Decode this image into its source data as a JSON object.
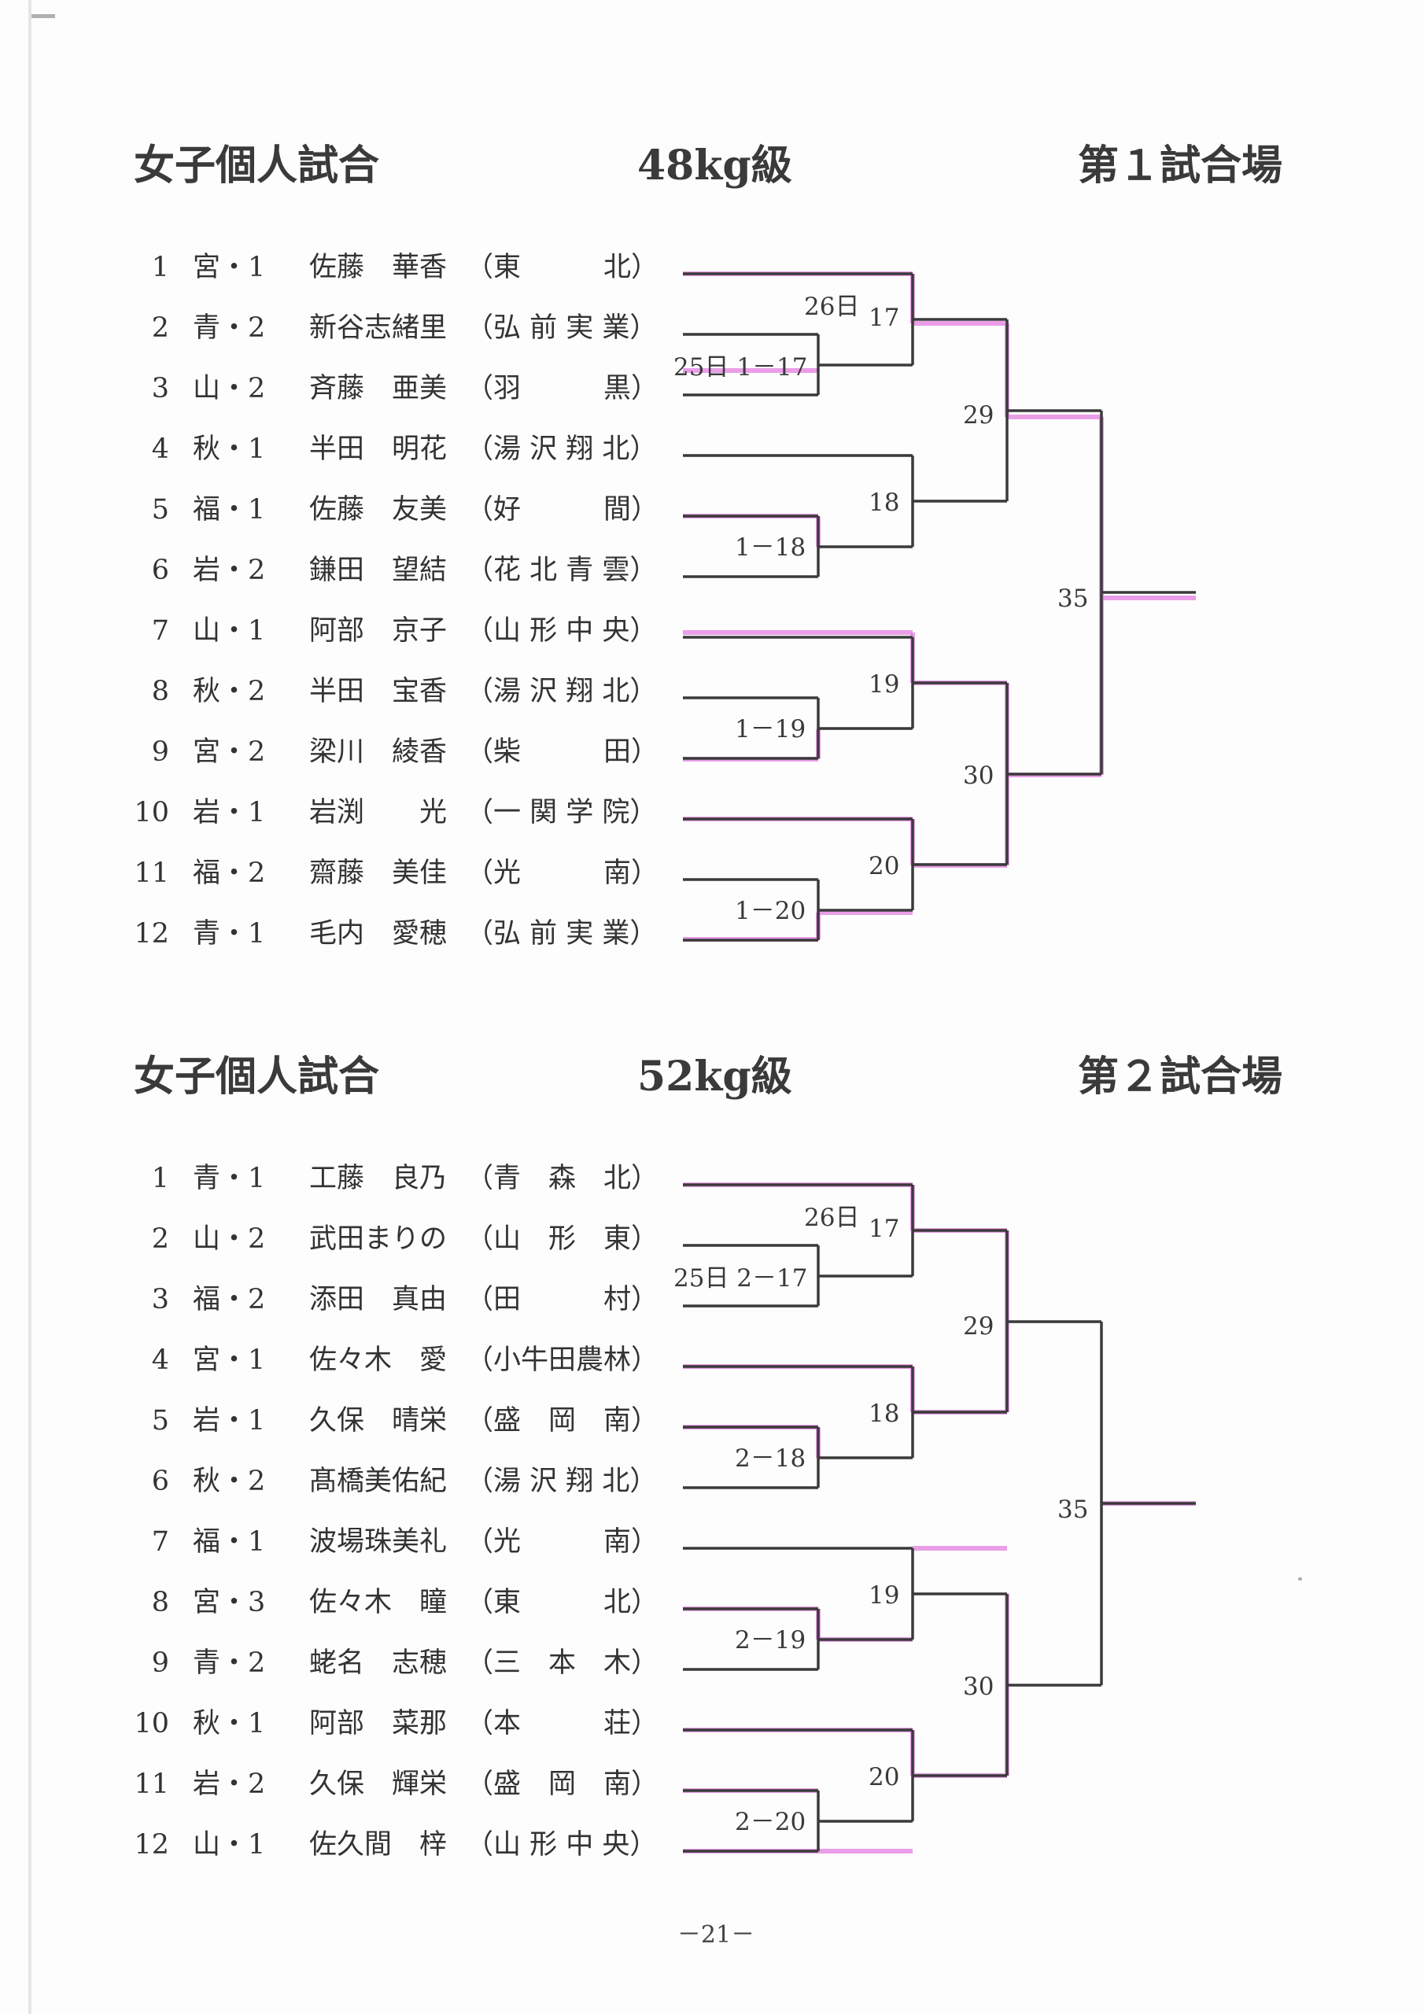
{
  "sections": [
    {
      "title_left": "女子個人試合",
      "title_mid": "48kg級",
      "title_right": "第１試合場",
      "entries": [
        {
          "num": "1",
          "pref": "宮・1",
          "name": "佐藤　華香",
          "school": "（東　　　北）"
        },
        {
          "num": "2",
          "pref": "青・2",
          "name": "新谷志緒里",
          "school": "（弘 前 実 業）"
        },
        {
          "num": "3",
          "pref": "山・2",
          "name": "斉藤　亜美",
          "school": "（羽　　　黒）"
        },
        {
          "num": "4",
          "pref": "秋・1",
          "name": "半田　明花",
          "school": "（湯 沢 翔 北）"
        },
        {
          "num": "5",
          "pref": "福・1",
          "name": "佐藤　友美",
          "school": "（好　　　間）"
        },
        {
          "num": "6",
          "pref": "岩・2",
          "name": "鎌田　望結",
          "school": "（花 北 青 雲）"
        },
        {
          "num": "7",
          "pref": "山・1",
          "name": "阿部　京子",
          "school": "（山 形 中 央）"
        },
        {
          "num": "8",
          "pref": "秋・2",
          "name": "半田　宝香",
          "school": "（湯 沢 翔 北）"
        },
        {
          "num": "9",
          "pref": "宮・2",
          "name": "梁川　綾香",
          "school": "（柴　　　田）"
        },
        {
          "num": "10",
          "pref": "岩・1",
          "name": "岩渕　　光",
          "school": "（一 関 学 院）"
        },
        {
          "num": "11",
          "pref": "福・2",
          "name": "齋藤　美佳",
          "school": "（光　　　南）"
        },
        {
          "num": "12",
          "pref": "青・1",
          "name": "毛内　愛穂",
          "school": "（弘 前 実 業）"
        }
      ],
      "bracket_labels": {
        "day26": "26日",
        "m17": "17",
        "day25_m": "25日 1－17",
        "m18": "18",
        "m1_18": "1－18",
        "m19": "19",
        "m1_19": "1－19",
        "m20": "20",
        "m1_20": "1－20",
        "m29": "29",
        "m30": "30",
        "m35": "35"
      }
    },
    {
      "title_left": "女子個人試合",
      "title_mid": "52kg級",
      "title_right": "第２試合場",
      "entries": [
        {
          "num": "1",
          "pref": "青・1",
          "name": "工藤　良乃",
          "school": "（青　森　北）"
        },
        {
          "num": "2",
          "pref": "山・2",
          "name": "武田まりの",
          "school": "（山　形　東）"
        },
        {
          "num": "3",
          "pref": "福・2",
          "name": "添田　真由",
          "school": "（田　　　村）"
        },
        {
          "num": "4",
          "pref": "宮・1",
          "name": "佐々木　愛",
          "school": "（小牛田農林）"
        },
        {
          "num": "5",
          "pref": "岩・1",
          "name": "久保　晴栄",
          "school": "（盛　岡　南）"
        },
        {
          "num": "6",
          "pref": "秋・2",
          "name": "髙橋美佑紀",
          "school": "（湯 沢 翔 北）"
        },
        {
          "num": "7",
          "pref": "福・1",
          "name": "波場珠美礼",
          "school": "（光　　　南）"
        },
        {
          "num": "8",
          "pref": "宮・3",
          "name": "佐々木　瞳",
          "school": "（東　　　北）"
        },
        {
          "num": "9",
          "pref": "青・2",
          "name": "蛯名　志穂",
          "school": "（三　本　木）"
        },
        {
          "num": "10",
          "pref": "秋・1",
          "name": "阿部　菜那",
          "school": "（本　　　荘）"
        },
        {
          "num": "11",
          "pref": "岩・2",
          "name": "久保　輝栄",
          "school": "（盛　岡　南）"
        },
        {
          "num": "12",
          "pref": "山・1",
          "name": "佐久間　梓",
          "school": "（山 形 中 央）"
        }
      ],
      "bracket_labels": {
        "day26": "26日",
        "m17": "17",
        "day25_m": "25日 2－17",
        "m18": "18",
        "m1_18": "2－18",
        "m19": "19",
        "m1_19": "2－19",
        "m20": "20",
        "m1_20": "2－20",
        "m29": "29",
        "m30": "30",
        "m35": "35"
      }
    }
  ],
  "page_number": "－21－",
  "highlight_color": "#e37fe0"
}
